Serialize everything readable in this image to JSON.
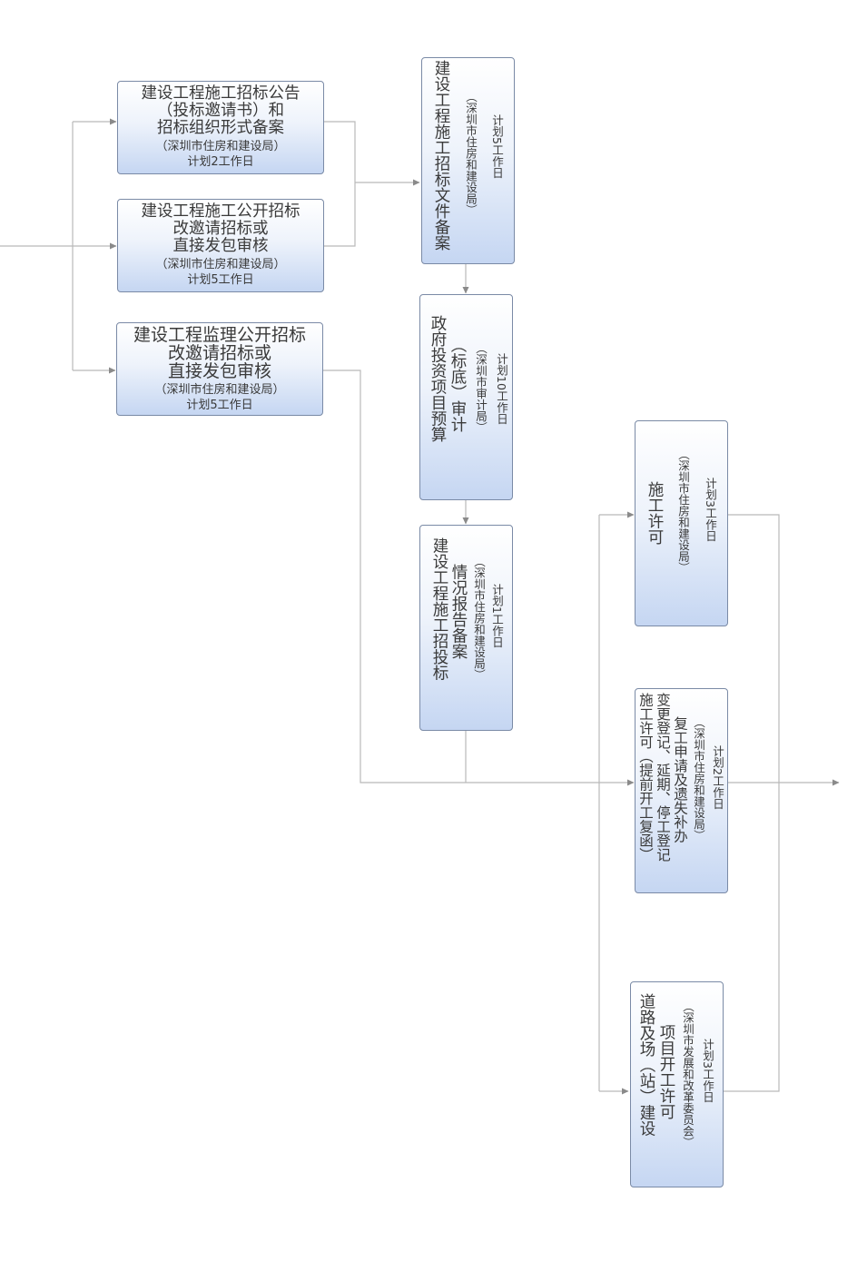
{
  "nodes": {
    "bid_notice": {
      "title_lines": [
        "建设工程施工招标公告",
        "（投标邀请书）和",
        "招标组织形式备案"
      ],
      "org": "（深圳市住房和建设局）",
      "plan": "计划2工作日"
    },
    "open_bid_change": {
      "title_lines": [
        "建设工程施工公开招标",
        "改邀请招标或",
        "直接发包审核"
      ],
      "org": "（深圳市住房和建设局）",
      "plan": "计划5工作日"
    },
    "supervision_bid": {
      "title_lines": [
        "建设工程监理公开招标",
        "改邀请招标或",
        "直接发包审核"
      ],
      "org": "（深圳市住房和建设局）",
      "plan": "计划5工作日"
    },
    "bid_doc_filing": {
      "title": "建设工程施工招标文件备案",
      "org": "（深圳市住房和建设局）",
      "plan": "计划5工作日"
    },
    "budget_audit": {
      "title_lines": [
        "政府投资项目预算",
        "（标底）审计"
      ],
      "org": "（深圳市审计局）",
      "plan": "计划10工作日"
    },
    "bid_report": {
      "title_lines": [
        "建设工程施工招投标",
        "情况报告备案"
      ],
      "org": "（深圳市住房和建设局）",
      "plan": "计划1工作日"
    },
    "construction_permit": {
      "title": "施工许可",
      "org": "（深圳市住房和建设局）",
      "plan": "计划3工作日"
    },
    "permit_change": {
      "title_lines": [
        "施工许可（提前开工复函）",
        "变更登记、延期、停工登记",
        "复工申请及遗失补办"
      ],
      "org": "（深圳市住房和建设局）",
      "plan": "计划2工作日"
    },
    "road_project": {
      "title_lines": [
        "道路及场（站）建设",
        "项目开工许可"
      ],
      "org": "（深圳市发展和改革委员会）",
      "plan": "计划3工作日"
    }
  }
}
